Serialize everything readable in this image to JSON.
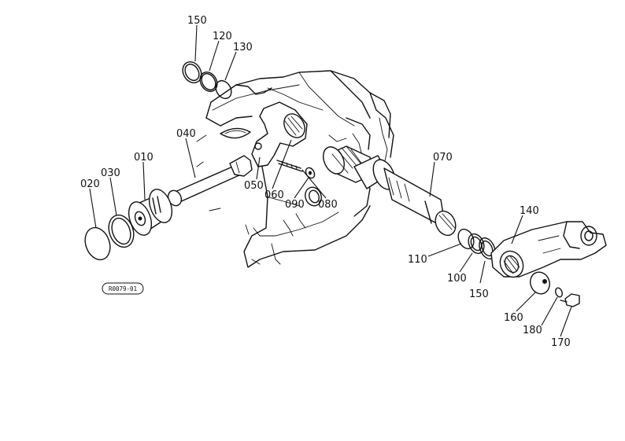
{
  "drawing_code": "R0079-01",
  "parts": [
    {
      "id": "p150a",
      "label": "150"
    },
    {
      "id": "p120",
      "label": "120"
    },
    {
      "id": "p130",
      "label": "130"
    },
    {
      "id": "p040",
      "label": "040"
    },
    {
      "id": "p010",
      "label": "010"
    },
    {
      "id": "p030",
      "label": "030"
    },
    {
      "id": "p020",
      "label": "020"
    },
    {
      "id": "p050",
      "label": "050"
    },
    {
      "id": "p060",
      "label": "060"
    },
    {
      "id": "p090",
      "label": "090"
    },
    {
      "id": "p080",
      "label": "080"
    },
    {
      "id": "p070",
      "label": "070"
    },
    {
      "id": "p110",
      "label": "110"
    },
    {
      "id": "p100",
      "label": "100"
    },
    {
      "id": "p150b",
      "label": "150"
    },
    {
      "id": "p140",
      "label": "140"
    },
    {
      "id": "p160",
      "label": "160"
    },
    {
      "id": "p180",
      "label": "180"
    },
    {
      "id": "p170",
      "label": "170"
    }
  ]
}
